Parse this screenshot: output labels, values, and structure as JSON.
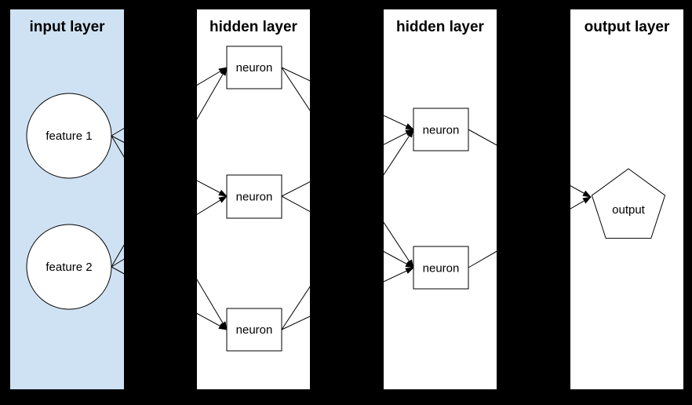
{
  "diagram": {
    "background_color": "#000000",
    "line_color": "#000000",
    "panels": [
      {
        "id": "input",
        "title": "input layer",
        "fill": "#cfe2f3"
      },
      {
        "id": "hidden1",
        "title": "hidden layer",
        "fill": "#ffffff"
      },
      {
        "id": "hidden2",
        "title": "hidden layer",
        "fill": "#ffffff"
      },
      {
        "id": "output",
        "title": "output layer",
        "fill": "#ffffff"
      }
    ],
    "nodes": [
      {
        "id": "f1",
        "label": "feature 1",
        "shape": "circle",
        "layer": "input"
      },
      {
        "id": "f2",
        "label": "feature 2",
        "shape": "circle",
        "layer": "input"
      },
      {
        "id": "h1n1",
        "label": "neuron",
        "shape": "rect",
        "layer": "hidden1"
      },
      {
        "id": "h1n2",
        "label": "neuron",
        "shape": "rect",
        "layer": "hidden1"
      },
      {
        "id": "h1n3",
        "label": "neuron",
        "shape": "rect",
        "layer": "hidden1"
      },
      {
        "id": "h2n1",
        "label": "neuron",
        "shape": "rect",
        "layer": "hidden2"
      },
      {
        "id": "h2n2",
        "label": "neuron",
        "shape": "rect",
        "layer": "hidden2"
      },
      {
        "id": "out",
        "label": "output",
        "shape": "pentagon",
        "layer": "output"
      }
    ],
    "edges": [
      {
        "from": "f1",
        "to": "h1n1"
      },
      {
        "from": "f1",
        "to": "h1n2"
      },
      {
        "from": "f1",
        "to": "h1n3"
      },
      {
        "from": "f2",
        "to": "h1n1"
      },
      {
        "from": "f2",
        "to": "h1n2"
      },
      {
        "from": "f2",
        "to": "h1n3"
      },
      {
        "from": "h1n1",
        "to": "h2n1"
      },
      {
        "from": "h1n1",
        "to": "h2n2"
      },
      {
        "from": "h1n2",
        "to": "h2n1"
      },
      {
        "from": "h1n2",
        "to": "h2n2"
      },
      {
        "from": "h1n3",
        "to": "h2n1"
      },
      {
        "from": "h1n3",
        "to": "h2n2"
      },
      {
        "from": "h2n1",
        "to": "out"
      },
      {
        "from": "h2n2",
        "to": "out"
      }
    ]
  }
}
